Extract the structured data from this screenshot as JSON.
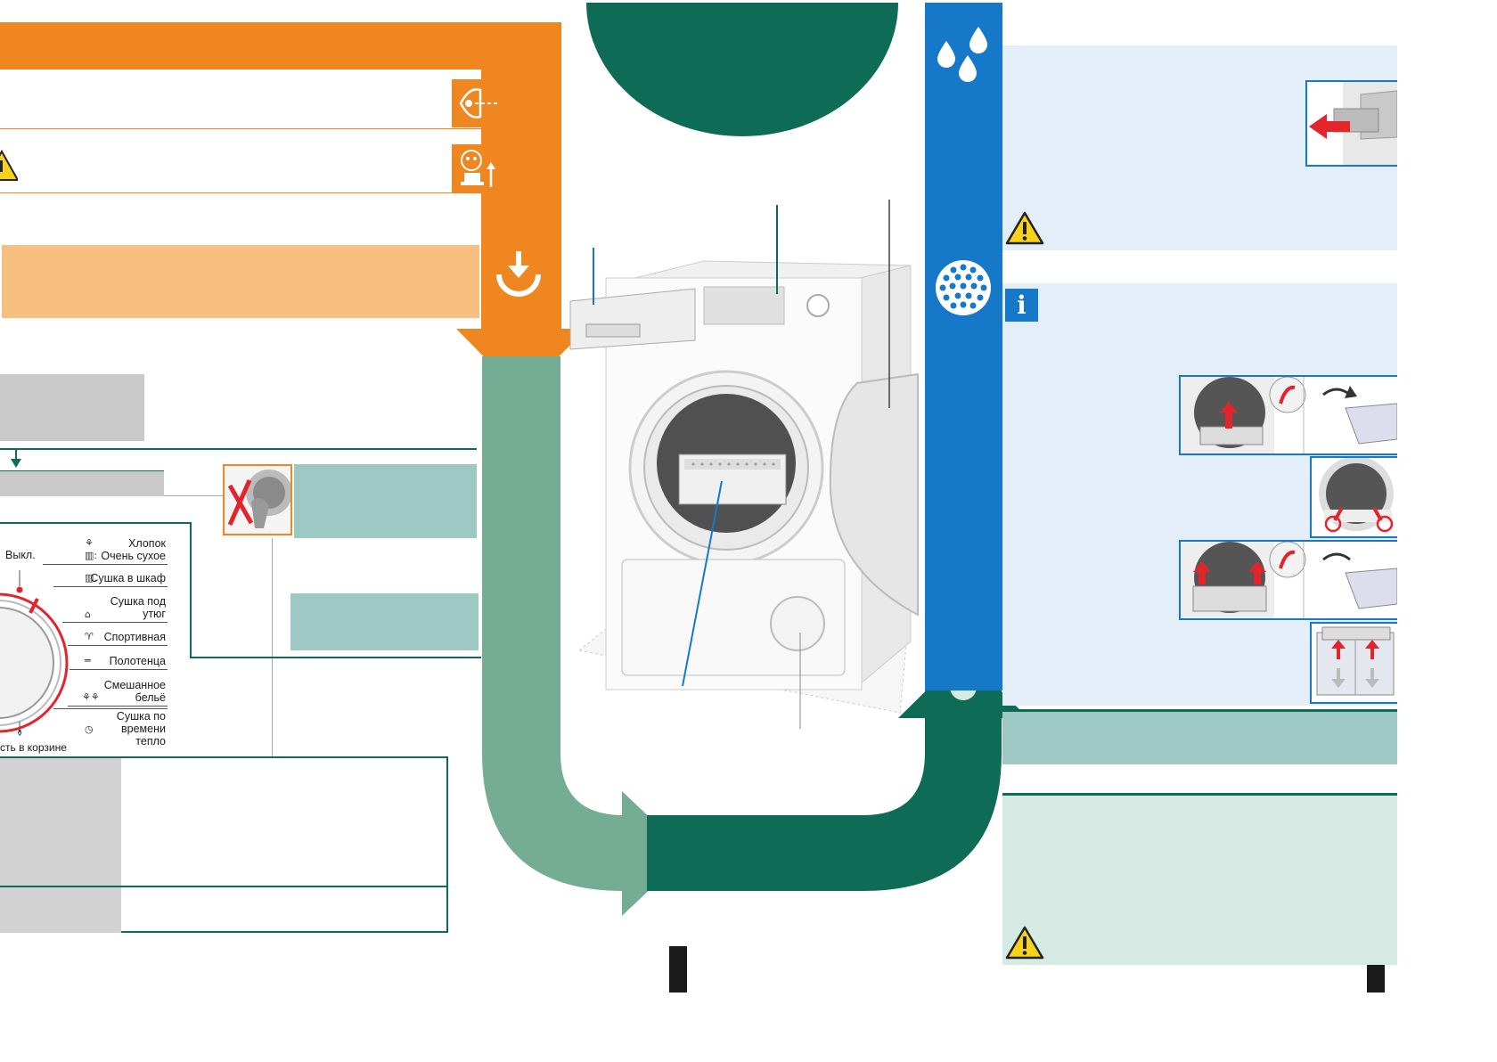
{
  "dial": {
    "off_label": "Выкл.",
    "bottom_label": "сть в корзине",
    "programs": [
      {
        "icon": "cotton-icon",
        "line1": "Хлопок",
        "line2": ""
      },
      {
        "icon": "very-dry-icon",
        "line1": "Очень сухое",
        "line2": ""
      },
      {
        "icon": "cupboard-dry-icon",
        "line1": "Сушка в шкаф",
        "line2": ""
      },
      {
        "icon": "iron-dry-icon",
        "line1": "Сушка под",
        "line2": "утюг"
      },
      {
        "icon": "sportswear-icon",
        "line1": "Спортивная",
        "line2": ""
      },
      {
        "icon": "towels-icon",
        "line1": "Полотенца",
        "line2": ""
      },
      {
        "icon": "mixed-load-icon",
        "line1": "Смешанное",
        "line2": "бельё"
      },
      {
        "icon": "time-warm-icon",
        "line1": "Сушка по времени",
        "line2": "тепло"
      }
    ]
  },
  "colors": {
    "orange": "#ef8620",
    "orange_light": "#f6be7f",
    "green_light": "#74ad94",
    "green_dark": "#0e6b55",
    "teal_box": "#9ec8c4",
    "blue": "#1678c8",
    "blue_light": "#e4eef8",
    "mint_light": "#d5eae2",
    "gray_box": "#c9c9c9",
    "red": "#e3252b",
    "warning_yellow": "#f7d21b"
  }
}
